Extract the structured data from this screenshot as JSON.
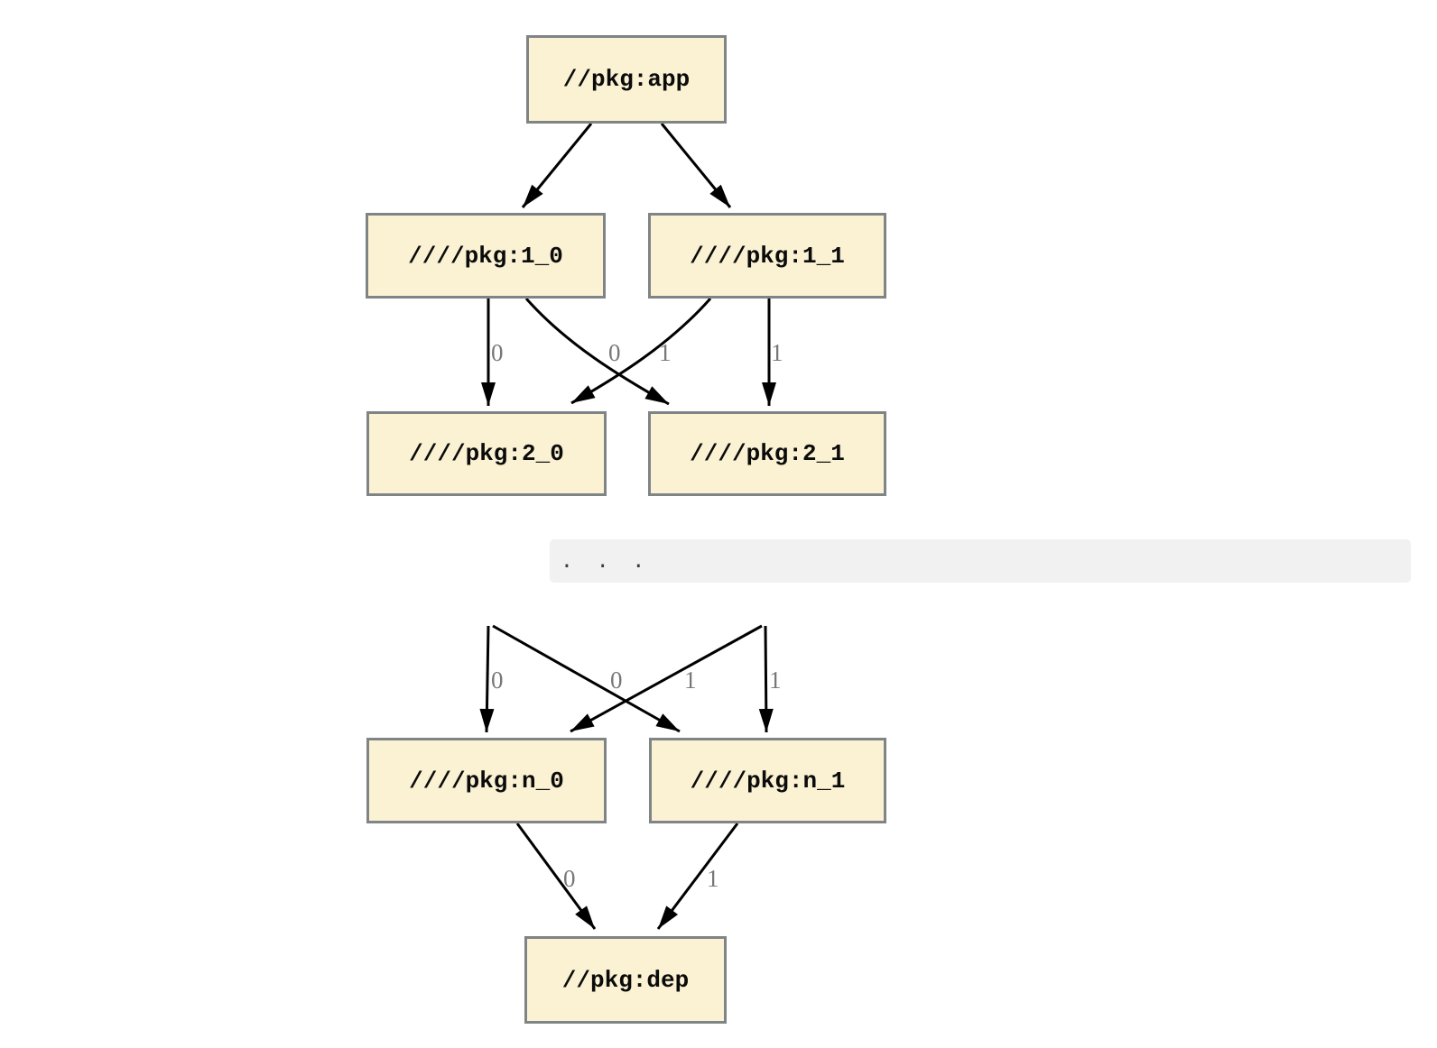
{
  "diagram": {
    "type": "dependency-graph",
    "colors": {
      "node_fill": "#FBF2D3",
      "node_border": "#7F8487",
      "edge": "#000000",
      "edge_label": "#787878",
      "ellipsis_bar_bg": "#F1F1F1",
      "ellipsis_text": "#3C3C3C",
      "background": "#FFFFFF"
    },
    "nodes": {
      "app": {
        "label": "//pkg:app"
      },
      "l1_0": {
        "label": "////pkg:1_0"
      },
      "l1_1": {
        "label": "////pkg:1_1"
      },
      "l2_0": {
        "label": "////pkg:2_0"
      },
      "l2_1": {
        "label": "////pkg:2_1"
      },
      "ln_0": {
        "label": "////pkg:n_0"
      },
      "ln_1": {
        "label": "////pkg:n_1"
      },
      "dep": {
        "label": "//pkg:dep"
      }
    },
    "ellipsis_label": ". . .",
    "edges": [
      {
        "from": "//pkg:app",
        "to": "////pkg:1_0",
        "label": ""
      },
      {
        "from": "//pkg:app",
        "to": "////pkg:1_1",
        "label": ""
      },
      {
        "from": "////pkg:1_0",
        "to": "////pkg:2_0",
        "label": "0"
      },
      {
        "from": "////pkg:1_0",
        "to": "////pkg:2_1",
        "label": "1"
      },
      {
        "from": "////pkg:1_1",
        "to": "////pkg:2_0",
        "label": "0"
      },
      {
        "from": "////pkg:1_1",
        "to": "////pkg:2_1",
        "label": "1"
      },
      {
        "from": "(elided)",
        "to": "////pkg:n_0",
        "label": "0"
      },
      {
        "from": "(elided)",
        "to": "////pkg:n_1",
        "label": "1"
      },
      {
        "from": "(elided)",
        "to": "////pkg:n_0",
        "label": "0"
      },
      {
        "from": "(elided)",
        "to": "////pkg:n_1",
        "label": "1"
      },
      {
        "from": "////pkg:n_0",
        "to": "//pkg:dep",
        "label": "0"
      },
      {
        "from": "////pkg:n_1",
        "to": "//pkg:dep",
        "label": "1"
      }
    ]
  }
}
